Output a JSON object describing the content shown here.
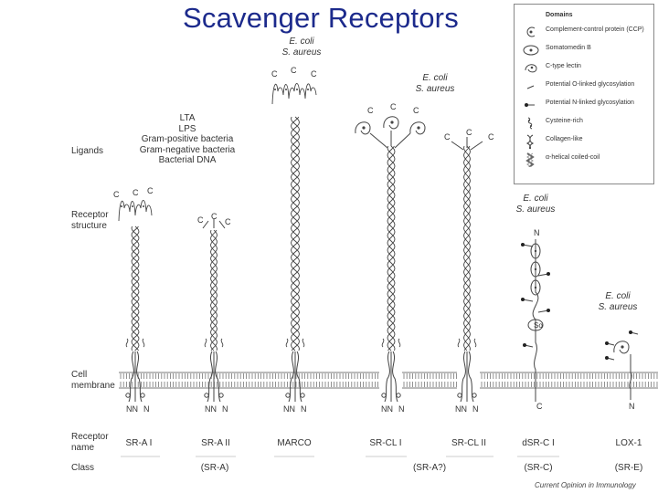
{
  "title": "Scavenger Receptors",
  "row_labels": {
    "ligands": "Ligands",
    "receptor_structure_line1": "Receptor",
    "receptor_structure_line2": "structure",
    "cell_membrane_line1": "Cell",
    "cell_membrane_line2": "membrane",
    "receptor_name_line1": "Receptor",
    "receptor_name_line2": "name",
    "class": "Class"
  },
  "ligands": {
    "sra_group": [
      "LTA",
      "LPS",
      "Gram-positive bacteria",
      "Gram-negative bacteria",
      "Bacterial DNA"
    ],
    "marco": [
      "E. coli",
      "S. aureus"
    ],
    "srcl": [
      "E. coli",
      "S. aureus"
    ],
    "dsrci": [
      "E. coli",
      "S. aureus"
    ],
    "lox1": [
      "E. coli",
      "S. aureus"
    ]
  },
  "terminals": {
    "c": "C",
    "n": "N",
    "nn": "NN",
    "so": "So"
  },
  "receptors": [
    {
      "name": "SR-A I"
    },
    {
      "name": "SR-A II"
    },
    {
      "name": "MARCO"
    },
    {
      "name": "SR-CL I"
    },
    {
      "name": "SR-CL II"
    },
    {
      "name": "dSR-C I"
    },
    {
      "name": "LOX-1"
    }
  ],
  "classes": [
    "(SR-A)",
    "(SR-A?)",
    "(SR-C)",
    "(SR-E)"
  ],
  "legend": {
    "heading": "Domains",
    "items": [
      {
        "label": "Complement-control protein (CCP)",
        "icon": "ccp-icon"
      },
      {
        "label": "Somatomedin B",
        "icon": "somatomedin-icon"
      },
      {
        "label": "C-type lectin",
        "icon": "lectin-icon"
      },
      {
        "label": "Potential O-linked glycosylation",
        "icon": "o-glyco-icon"
      },
      {
        "label": "Potential N-linked glycosylation",
        "icon": "n-glyco-icon"
      },
      {
        "label": "Cysteine-rich",
        "icon": "cysteine-icon"
      },
      {
        "label": "Collagen-like",
        "icon": "collagen-icon"
      },
      {
        "label": "α-helical coiled-coil",
        "icon": "coiled-coil-icon"
      }
    ]
  },
  "credit": "Current Opinion in Immunology",
  "colors": {
    "title": "#1c2a8c",
    "line": "#444444",
    "membrane": "#777777"
  }
}
